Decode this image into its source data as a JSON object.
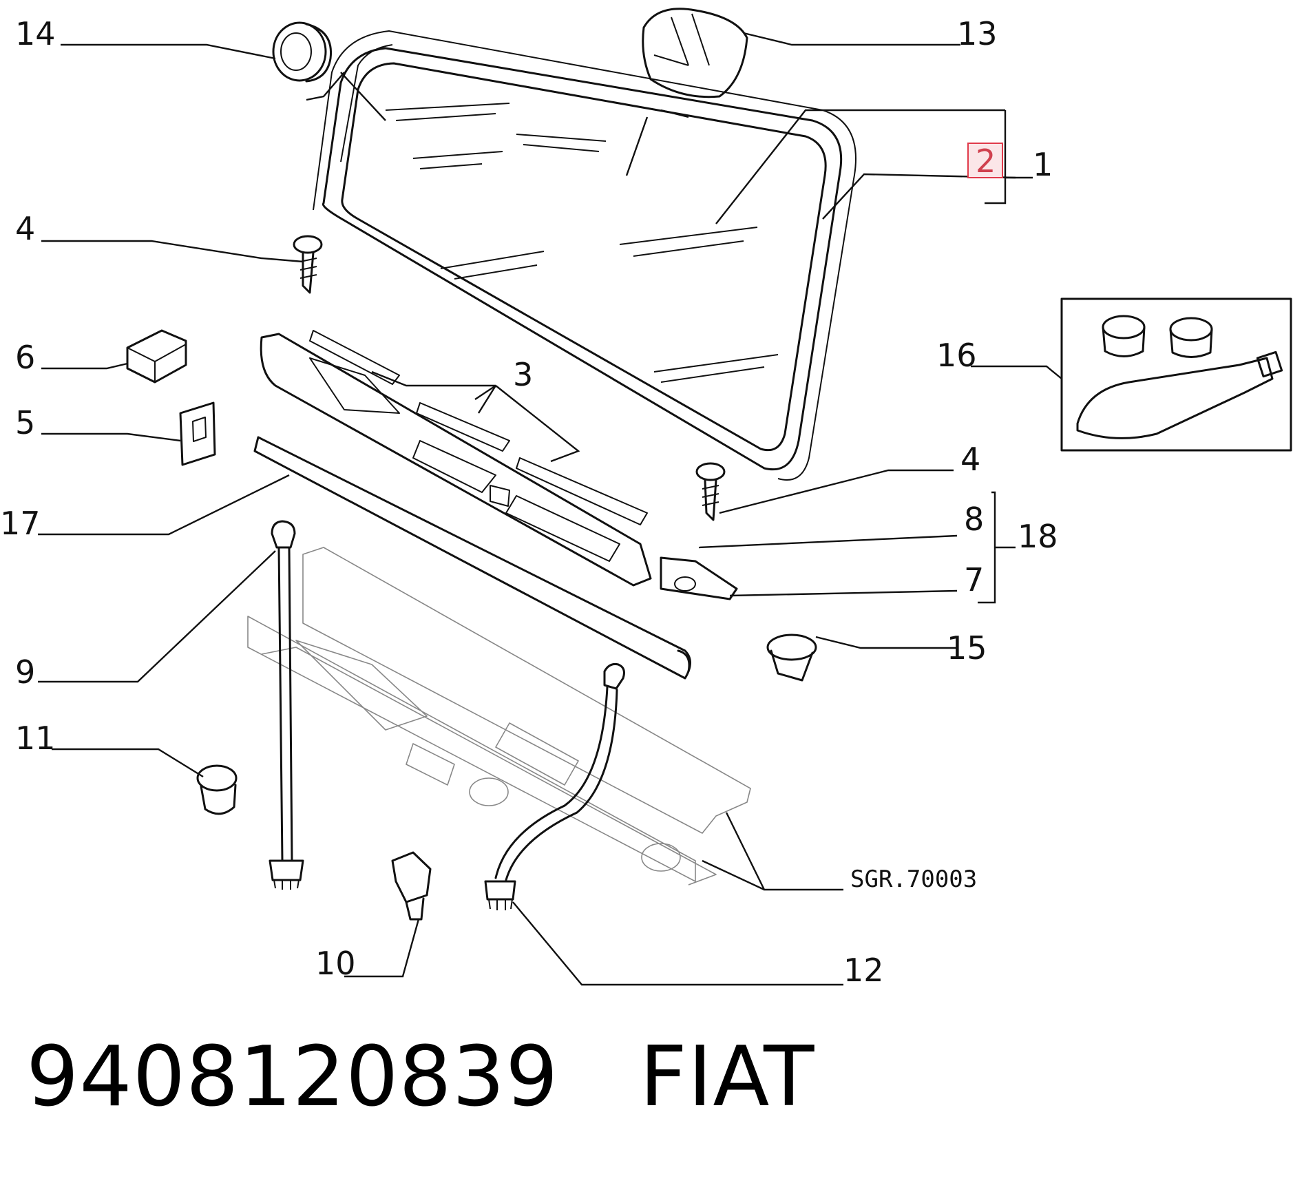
{
  "callouts": {
    "n1": "1",
    "n2": "2",
    "n3": "3",
    "n4a": "4",
    "n4b": "4",
    "n5": "5",
    "n6": "6",
    "n7": "7",
    "n8": "8",
    "n9": "9",
    "n10": "10",
    "n11": "11",
    "n12": "12",
    "n13": "13",
    "n14": "14",
    "n15": "15",
    "n16": "16",
    "n17": "17",
    "n18": "18"
  },
  "drawing_code": "SGR.70003",
  "part_number": "9408120839",
  "brand": "FIAT",
  "highlight_color": "#e03a4a"
}
